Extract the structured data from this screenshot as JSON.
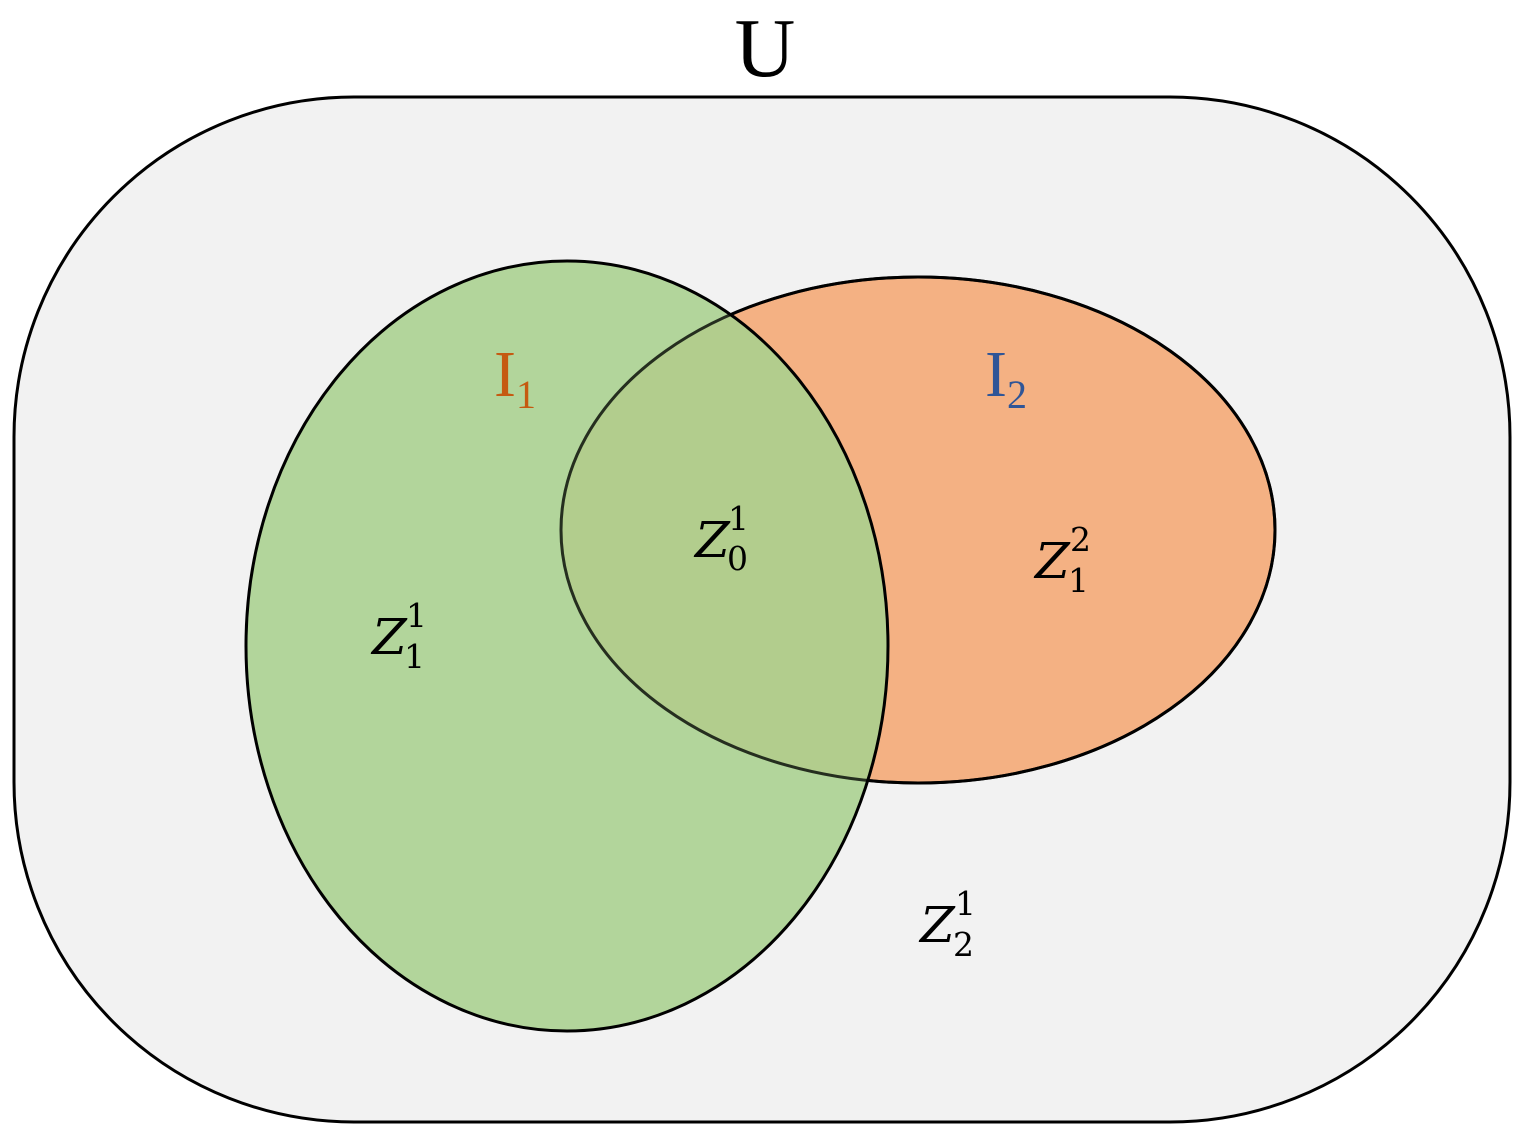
{
  "universe": {
    "label": "U",
    "fill": "#f2f2f2",
    "stroke": "#000000"
  },
  "sets": [
    {
      "label_main": "I",
      "label_sub": "1",
      "label_color": "#c55a11",
      "fill": "#a9d08e",
      "stroke": "#000000"
    },
    {
      "label_main": "I",
      "label_sub": "2",
      "label_color": "#2f5597",
      "fill": "#f4b183",
      "stroke": "#000000"
    }
  ],
  "zones": {
    "intersection": {
      "main": "Z",
      "sup": "1",
      "sub": "0"
    },
    "only_i1": {
      "main": "Z",
      "sup": "1",
      "sub": "1"
    },
    "only_i2": {
      "main": "Z",
      "sup": "2",
      "sub": "1"
    },
    "outside": {
      "main": "Z",
      "sup": "1",
      "sub": "2"
    }
  }
}
